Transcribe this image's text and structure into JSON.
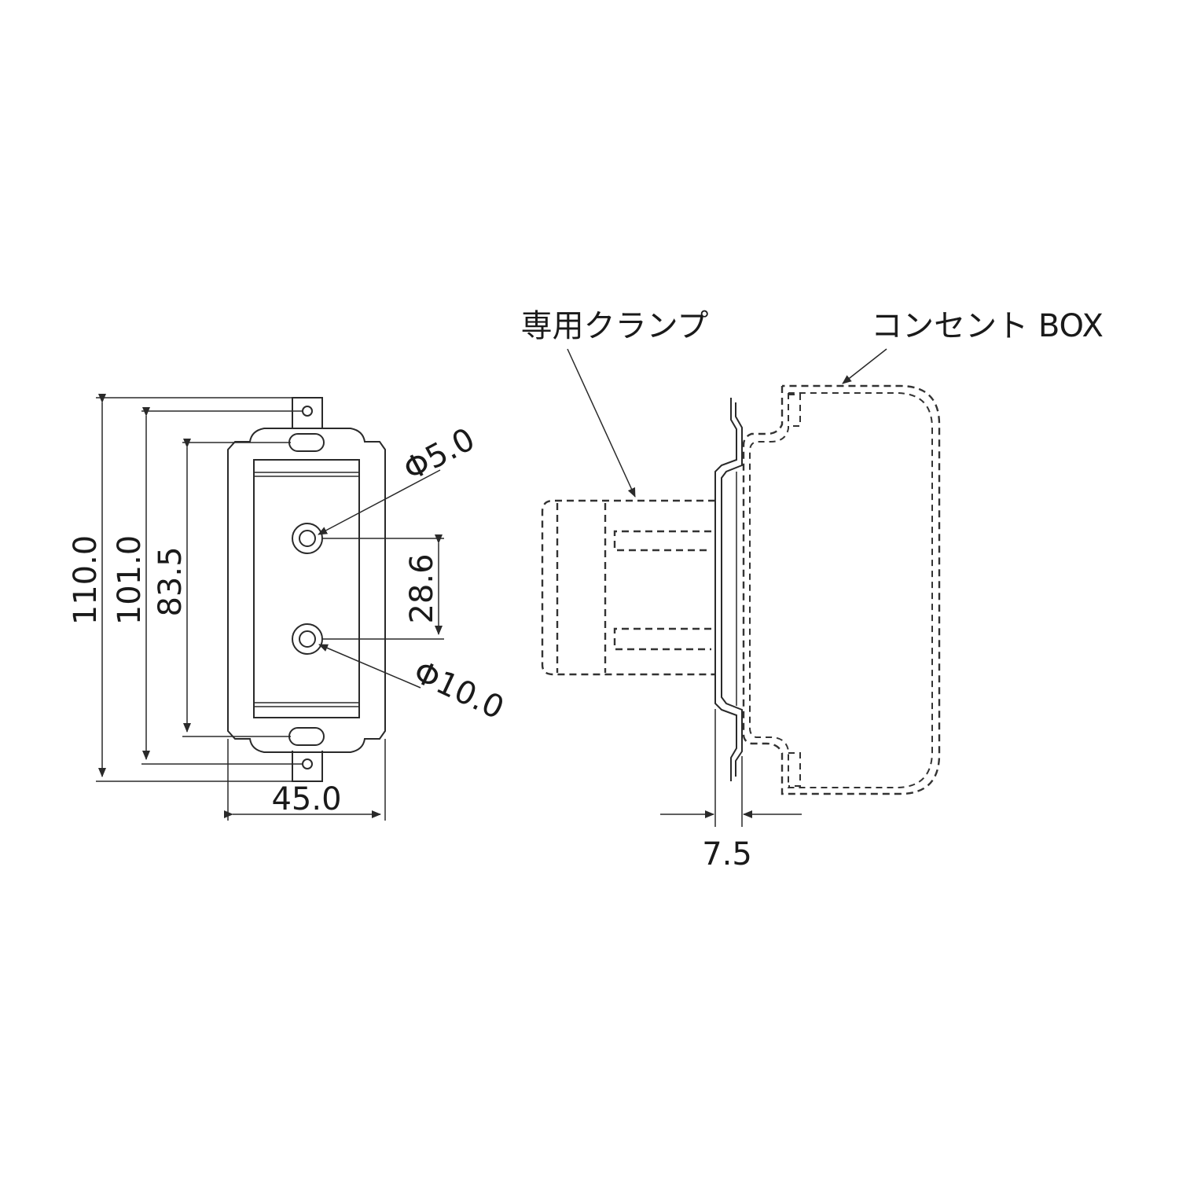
{
  "labels": {
    "clamp": "専用クランプ",
    "outlet_box": "コンセント BOX"
  },
  "dimensions": {
    "overall_height": "110.0",
    "mounting_pitch": "101.0",
    "opening_height": "83.5",
    "hole_pitch": "28.6",
    "hole_small": "Φ5.0",
    "hole_large": "Φ10.0",
    "plate_width": "45.0",
    "offset": "7.5"
  },
  "colors": {
    "line": "#2a2a2a",
    "background": "#ffffff"
  }
}
